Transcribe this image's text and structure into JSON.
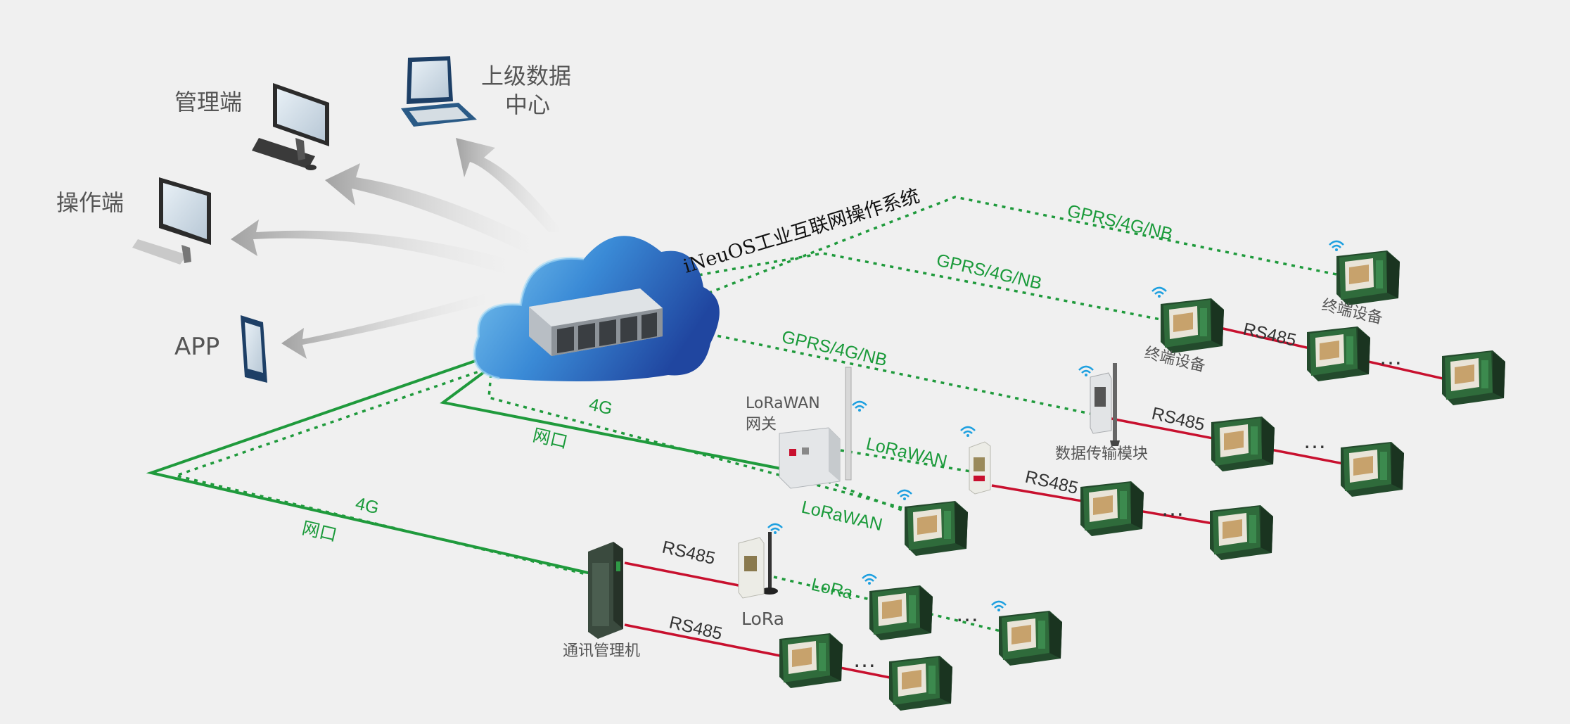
{
  "title": "iNeuOS工业互联网操作系统",
  "clients": {
    "admin": "管理端",
    "datacenter_line1": "上级数据",
    "datacenter_line2": "中心",
    "operator": "操作端",
    "app": "APP"
  },
  "links": {
    "gprs": "GPRS/4G/NB",
    "g4": "4G",
    "ethernet": "网口",
    "lorawan": "LoRaWAN",
    "lora": "LoRa",
    "rs485": "RS485",
    "ellipsis": "…"
  },
  "devices": {
    "terminal": "终端设备",
    "lorawan_gw_line1": "LoRaWAN",
    "lorawan_gw_line2": "网关",
    "dtu": "数据传输模块",
    "comm_manager": "通讯管理机",
    "lora": "LoRa"
  },
  "colors": {
    "wireless_link": "#1f9a3c",
    "rs485_link": "#c8102e",
    "cloud": "#2e6fc4",
    "background": "#f0f0f0"
  }
}
